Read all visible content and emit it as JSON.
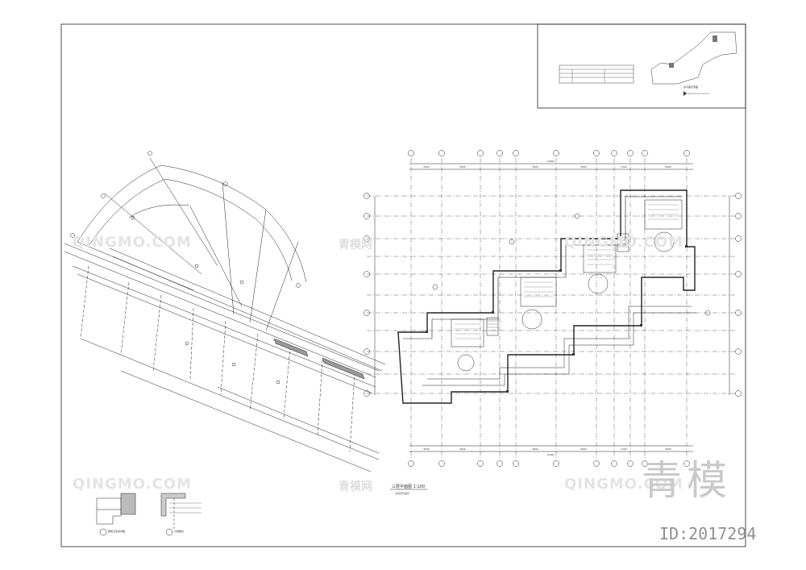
{
  "drawing": {
    "plan_title": "三层平面图",
    "plan_scale": "1:100",
    "plan_note": "本层建筑面积",
    "detail_1_title": "楼梯卫生间详图",
    "detail_2_title": "大样做法",
    "keyplan_title": "总平面示意图"
  },
  "watermark": {
    "brand_big": "青模",
    "id_label": "ID:2017294",
    "site_logo": "QINGMO.COM",
    "site_cn": "青模网"
  },
  "dimensions": {
    "overall_top": "14400",
    "overall_bottom": "14400",
    "segments": [
      "3600",
      "3600",
      "3600",
      "3600",
      "7200",
      "3600"
    ]
  },
  "colors": {
    "line": "#222222",
    "watermark": "#dcdcdc"
  }
}
